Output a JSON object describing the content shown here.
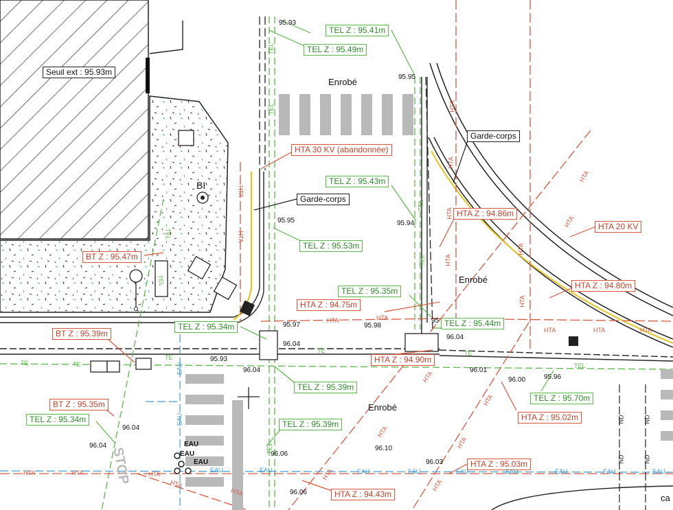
{
  "tags": {
    "tel_95_41": "TEL Z : 95.41m",
    "tel_95_49": "TEL Z : 95.49m",
    "tel_95_43": "TEL Z : 95.43m",
    "tel_95_53": "TEL Z : 95.53m",
    "tel_95_35": "TEL Z : 95.35m",
    "tel_95_44": "TEL Z : 95.44m",
    "tel_95_34a": "TEL Z : 95.34m",
    "tel_95_39a": "TEL Z : 95.39m",
    "tel_95_39b": "TEL Z : 95.39m",
    "tel_95_70": "TEL Z : 95.70m",
    "tel_95_34b": "TEL Z : 95.34m",
    "hta_30kv": "HTA 30 KV (abandonnée)",
    "hta_94_86": "HTA Z : 94.86m",
    "hta_20kv": "HTA 20 KV",
    "hta_94_80": "HTA Z : 94.80m",
    "hta_94_75": "HTA Z : 94.75m",
    "hta_94_90": "HTA Z : 94.90m",
    "hta_95_02": "HTA Z : 95.02m",
    "hta_95_03": "HTA Z : 95.03m",
    "hta_94_43": "HTA Z : 94.43m",
    "bt_95_47": "BT Z : 95.47m",
    "bt_95_39": "BT Z : 95.39m",
    "bt_95_35": "BT Z : 95.35m",
    "seuil": "Seuil ext : 95.93m",
    "garde_1": "Garde-corps",
    "garde_2": "Garde-corps"
  },
  "elevations": {
    "e1": "95.93",
    "e2": "95.95",
    "e3": "95.95",
    "e4": "95.94",
    "e5": "95.97",
    "e6": "95.98",
    "e7": "95",
    "e8": "96.04",
    "e9": "96.04",
    "e10": "96.04",
    "e11": "95.93",
    "e12": "96.01",
    "e13": "96.00",
    "e14": "95.96",
    "e15": "96.04",
    "e16": "96.04",
    "e17": "96.06",
    "e18": "96.10",
    "e19": "96.03",
    "e20": "96.06"
  },
  "zones": {
    "enrobe_top": "Enrobé",
    "enrobe_right": "Enrobé",
    "enrobe_bottom": "Enrobé",
    "bi": "BI",
    "stop": "STOP",
    "cap": "ca"
  },
  "networks": {
    "hta": "HTA",
    "eau": "EAU",
    "tel": "TEL",
    "nd": "ND",
    "te": "TE"
  },
  "eau_labels": [
    "EAU",
    "EAU",
    "EAU"
  ],
  "colors": {
    "telecom": "#58b847",
    "hta": "#d9573d",
    "eau": "#3f9ad6",
    "outline": "#222222",
    "guardrail": "#e6c41f",
    "crosswalk": "#b9b9b9"
  }
}
